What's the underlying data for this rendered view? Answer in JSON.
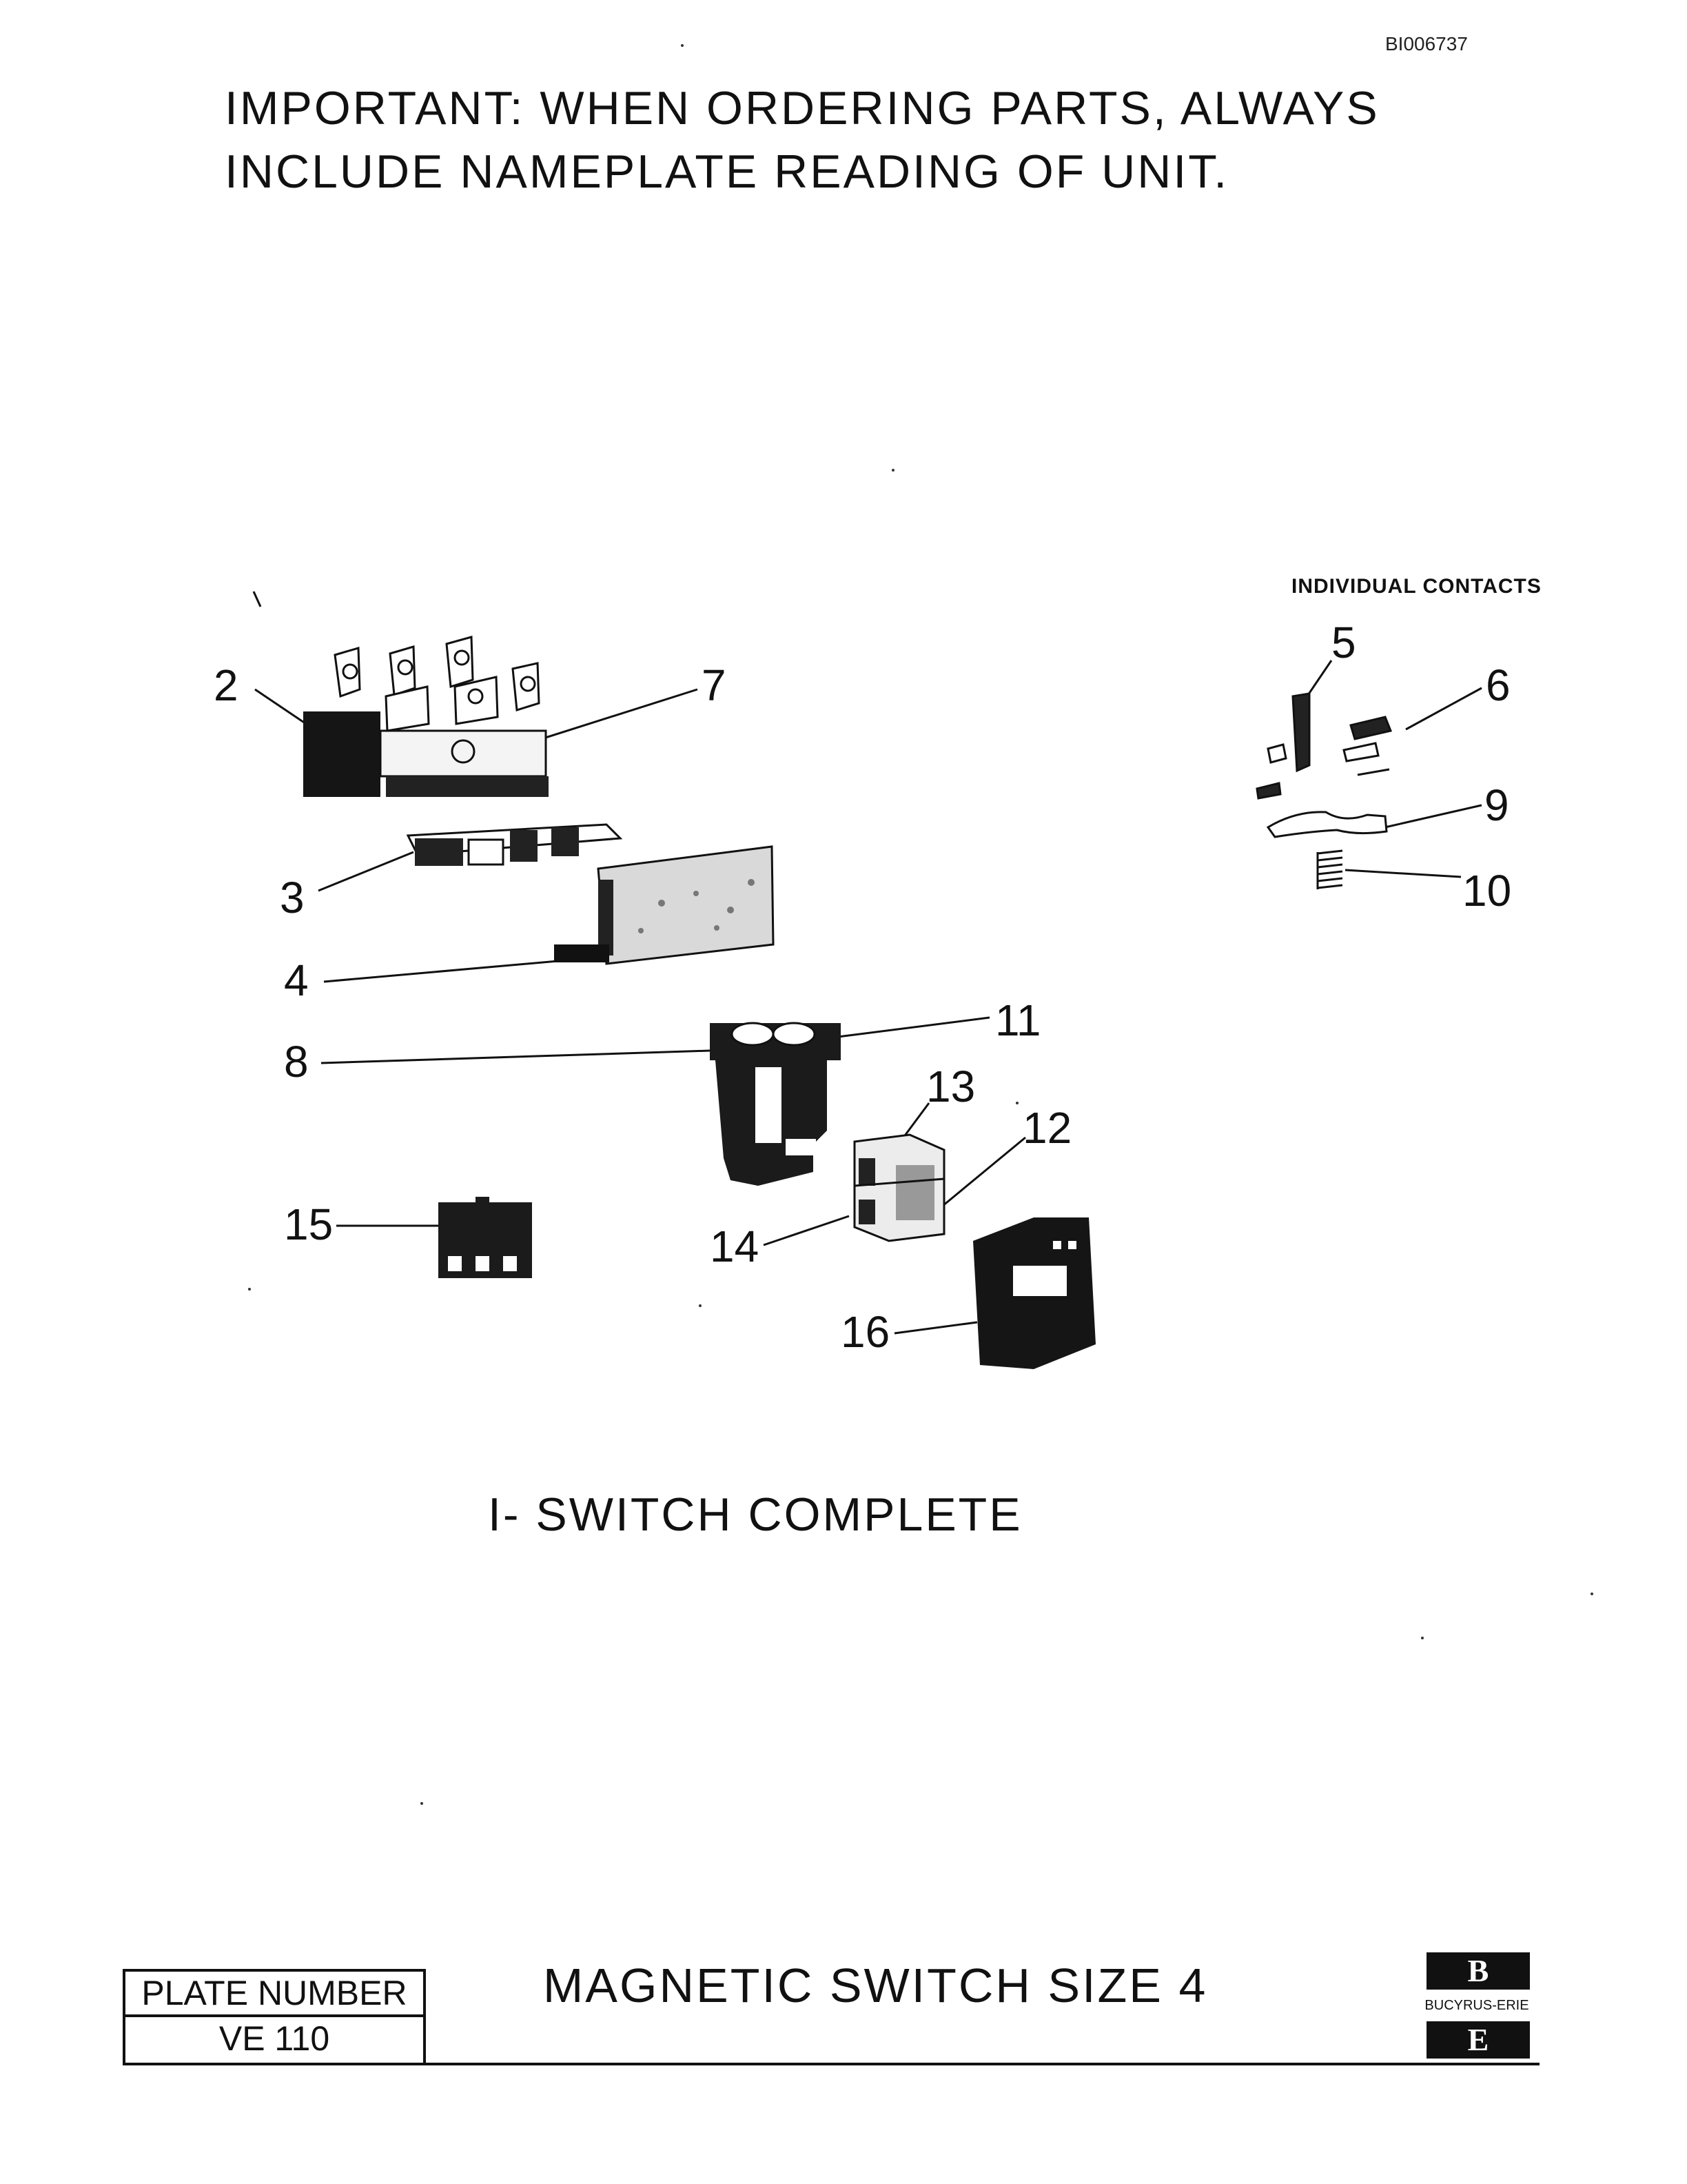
{
  "document_id": "BI006737",
  "notice": {
    "line1": "IMPORTANT: WHEN ORDERING PARTS, ALWAYS",
    "line2": "INCLUDE NAMEPLATE READING OF UNIT."
  },
  "individual_contacts_label": "INDIVIDUAL CONTACTS",
  "callouts": {
    "c1": "2",
    "c2": "7",
    "c3": "3",
    "c4": "4",
    "c5": "8",
    "c6": "11",
    "c7": "13",
    "c8": "12",
    "c9": "15",
    "c10": "14",
    "c11": "16",
    "c12": "5",
    "c13": "6",
    "c14": "9",
    "c15": "10"
  },
  "caption": "I- SWITCH COMPLETE",
  "plate": {
    "label": "PLATE NUMBER",
    "value": "VE 110"
  },
  "title": "MAGNETIC SWITCH SIZE 4",
  "logo": {
    "top_letter": "B",
    "name": "BUCYRUS-ERIE",
    "bottom_letter": "E"
  }
}
